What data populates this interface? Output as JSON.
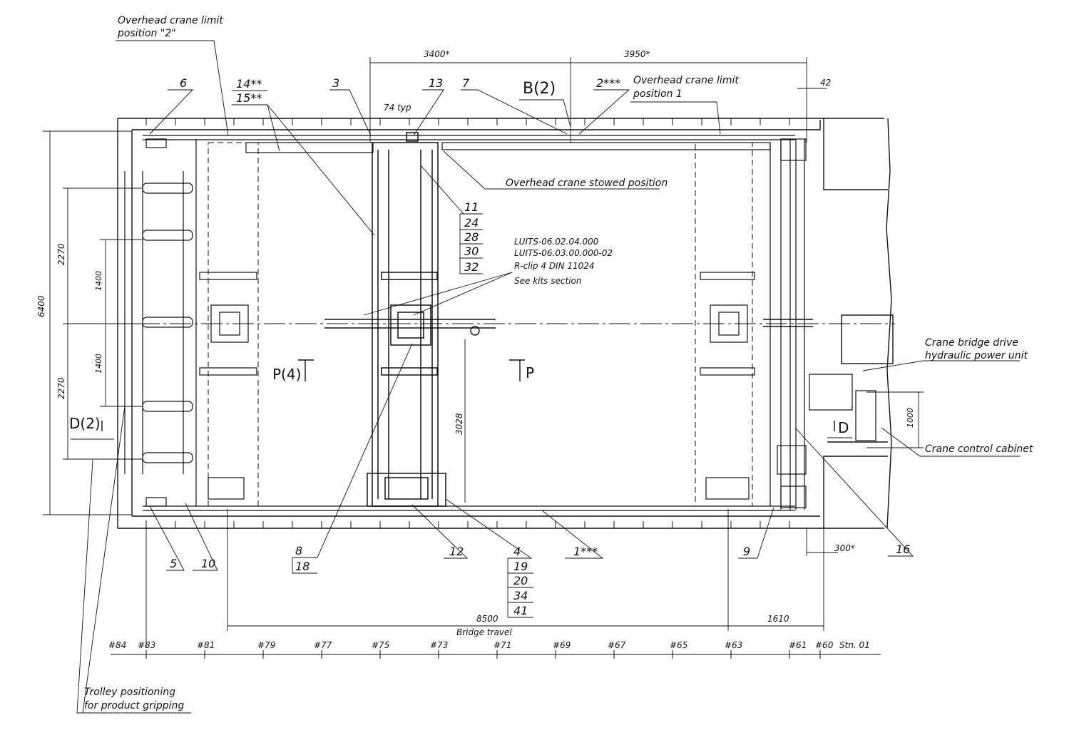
{
  "callouts": {
    "limit2": "Overhead crane limit position \"2\"",
    "limit1": "Overhead crane limit position 1",
    "stowed": "Overhead crane stowed position",
    "hpu": "Crane bridge drive hydraulic power unit",
    "cabinet": "Crane control cabinet",
    "trolley": "Trolley positioning for product gripping",
    "bridge_travel": "Bridge travel",
    "typ74": "74 typ",
    "kits": [
      "LUITS-06.02.04.000",
      "LUITS-06.03.00.000-02",
      "R-clip 4 DIN 11024",
      "See kits section"
    ]
  },
  "dimensions": {
    "d3400": "3400*",
    "d3950": "3950*",
    "d42": "42",
    "d6400": "6400",
    "d2270a": "2270",
    "d2270b": "2270",
    "d1400a": "1400",
    "d1400b": "1400",
    "d3028": "3028",
    "d1000": "1000",
    "d8500": "8500",
    "d1610": "1610",
    "d300": "300*"
  },
  "views": {
    "b2": "B(2)",
    "p4": "P(4)",
    "p": "P",
    "d2": "D(2)",
    "d": "D"
  },
  "positions": {
    "p6": "6",
    "p14": "14**",
    "p15": "15**",
    "p3": "3",
    "p13": "13",
    "p7": "7",
    "p2": "2***",
    "p11": "11",
    "p24": "24",
    "p28": "28",
    "p30": "30",
    "p32": "32",
    "p8": "8",
    "p18": "18",
    "p12": "12",
    "p4": "4",
    "p19": "19",
    "p20": "20",
    "p34": "34",
    "p41": "41",
    "p1": "1***",
    "p9": "9",
    "p16": "16",
    "p5": "5",
    "p10": "10"
  },
  "stations": [
    "#84",
    "#83",
    "#81",
    "#79",
    "#77",
    "#75",
    "#73",
    "#71",
    "#69",
    "#67",
    "#65",
    "#63",
    "#61",
    "#60",
    "Stn. 01"
  ]
}
